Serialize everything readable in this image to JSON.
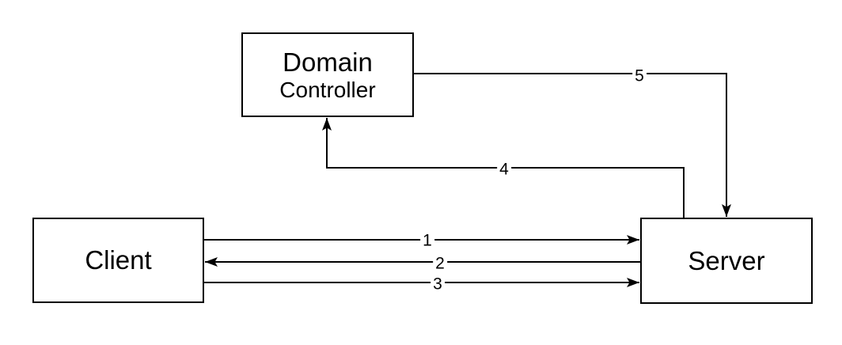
{
  "diagram": {
    "type": "flow-diagram",
    "colors": {
      "background": "#ffffff",
      "stroke": "#000000",
      "text": "#000000",
      "node_fill": "#ffffff"
    },
    "nodes": {
      "domain_controller": {
        "line1": "Domain",
        "line2": "Controller"
      },
      "client": {
        "label": "Client"
      },
      "server": {
        "label": "Server"
      }
    },
    "edges": {
      "e1": {
        "label": "1",
        "from": "Client",
        "to": "Server",
        "arrowhead": "at Server (right)"
      },
      "e2": {
        "label": "2",
        "from": "Server",
        "to": "Client",
        "arrowhead": "at Client (left)"
      },
      "e3": {
        "label": "3",
        "from": "Client",
        "to": "Server",
        "arrowhead": "at Server (right)"
      },
      "e4": {
        "label": "4",
        "from": "Server",
        "to": "Domain Controller",
        "arrowhead": "at Domain Controller bottom (up)"
      },
      "e5": {
        "label": "5",
        "from": "Domain Controller",
        "to": "Server",
        "arrowhead": "at Server top (down)"
      }
    }
  }
}
